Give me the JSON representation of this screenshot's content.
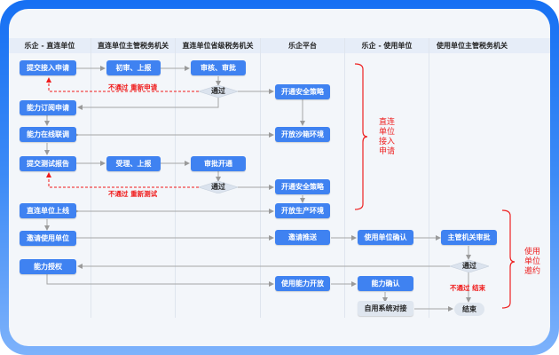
{
  "colors": {
    "node_blue": "#3f82f1",
    "node_grey": "#dfe6ef",
    "reject_red": "#f01a1a",
    "frame_blue_top": "#1670f3",
    "frame_blue_bottom": "#7db2fb"
  },
  "swimlanes": [
    {
      "label": "乐企 - 直连单位"
    },
    {
      "label": "直连单位主管税务机关"
    },
    {
      "label": "直连单位省级税务机关"
    },
    {
      "label": "乐企平台"
    },
    {
      "label": "乐企 - 使用单位"
    },
    {
      "label": "使用单位主管税务机关"
    }
  ],
  "nodes": {
    "submit_access": "提交接入申请",
    "first_review": "初审、上报",
    "review_approve": "审核、审批",
    "pass1": "通过",
    "open_security1": "开通安全策略",
    "capability_subscribe": "能力订阅申请",
    "online_debug": "能力在线联调",
    "open_sandbox": "开放沙箱环境",
    "submit_test": "提交测试报告",
    "accept_report": "受理、上报",
    "approve_open": "审批开通",
    "pass2": "通过",
    "open_security2": "开通安全策略",
    "open_production": "开放生产环境",
    "go_online": "直连单位上线",
    "invite_user": "邀请使用单位",
    "invite_push": "邀请推送",
    "user_confirm": "使用单位确认",
    "authority_approve": "主管机关审批",
    "pass3": "通过",
    "capability_auth": "能力授权",
    "open_capability": "使用能力开放",
    "capability_confirm": "能力确认",
    "self_dock": "自用系统对接",
    "end": "结束"
  },
  "reject_labels": {
    "reapply": "不通过 重新申请",
    "retest": "不通过 重新测试",
    "end": "不通过  结束"
  },
  "phases": [
    {
      "label_lines": [
        "直连",
        "单位",
        "接入",
        "申请"
      ]
    },
    {
      "label_lines": [
        "使用",
        "单位",
        "邀约"
      ]
    }
  ]
}
